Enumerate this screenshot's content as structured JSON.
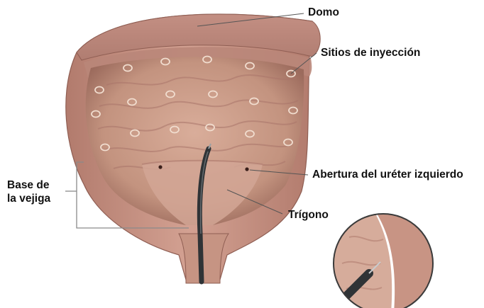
{
  "colors": {
    "wall_outer": "#c68f80",
    "wall_dark": "#a06a5e",
    "lumen": "#c79a87",
    "trigone": "#cfa08f",
    "scope": "#2f3336",
    "leader": "#555555"
  },
  "labels": {
    "dome": "Domo",
    "injection_sites": "Sitios de inyección",
    "left_ureter_opening": "Abertura del uréter izquierdo",
    "trigone": "Trígono",
    "bladder_base_line1": "Base de",
    "bladder_base_line2": "la vejiga"
  },
  "icons": {
    "injection_site": "injection-site-ring",
    "cystoscope": "cystoscope-needle",
    "magnifier": "magnified-inset"
  }
}
